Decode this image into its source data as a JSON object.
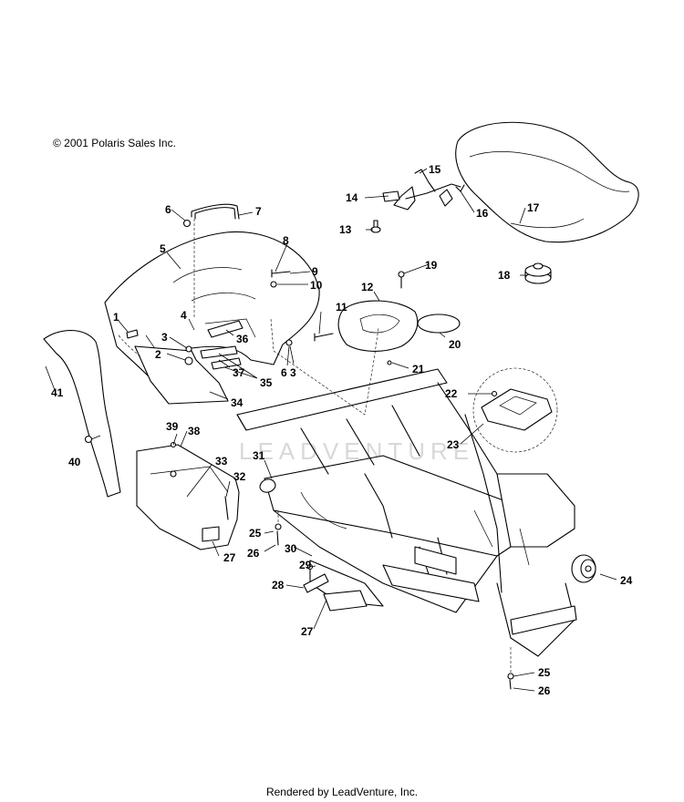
{
  "copyright": "© 2001 Polaris Sales Inc.",
  "footer": "Rendered by LeadVenture, Inc.",
  "watermark": "LEADVENTURE",
  "callouts": [
    {
      "num": "1"
    },
    {
      "num": "2"
    },
    {
      "num": "3"
    },
    {
      "num": "3"
    },
    {
      "num": "4"
    },
    {
      "num": "5"
    },
    {
      "num": "6"
    },
    {
      "num": "6"
    },
    {
      "num": "7"
    },
    {
      "num": "8"
    },
    {
      "num": "9"
    },
    {
      "num": "10"
    },
    {
      "num": "11"
    },
    {
      "num": "12"
    },
    {
      "num": "13"
    },
    {
      "num": "14"
    },
    {
      "num": "15"
    },
    {
      "num": "16"
    },
    {
      "num": "17"
    },
    {
      "num": "18"
    },
    {
      "num": "19"
    },
    {
      "num": "20"
    },
    {
      "num": "21"
    },
    {
      "num": "22"
    },
    {
      "num": "23"
    },
    {
      "num": "24"
    },
    {
      "num": "25"
    },
    {
      "num": "25"
    },
    {
      "num": "26"
    },
    {
      "num": "26"
    },
    {
      "num": "27"
    },
    {
      "num": "27"
    },
    {
      "num": "28"
    },
    {
      "num": "29"
    },
    {
      "num": "30"
    },
    {
      "num": "31"
    },
    {
      "num": "32"
    },
    {
      "num": "33"
    },
    {
      "num": "34"
    },
    {
      "num": "35"
    },
    {
      "num": "36"
    },
    {
      "num": "37"
    },
    {
      "num": "38"
    },
    {
      "num": "39"
    },
    {
      "num": "40"
    },
    {
      "num": "41"
    }
  ]
}
